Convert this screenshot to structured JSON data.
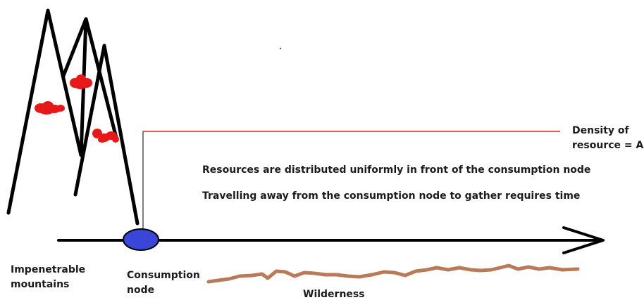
{
  "labels": {
    "density": "Density of\nresource = A",
    "resources_uniform": "Resources are distributed uniformly in front of the consumption node",
    "travel_time": "Travelling away from the consumption node to gather requires time",
    "mountains": "Impenetrable\nmountains",
    "consumption_node": "Consumption\nnode",
    "wilderness": "Wilderness"
  },
  "colors": {
    "ink": "#000000",
    "node_fill": "#3a46d8",
    "density_line": "#e02020",
    "resource_blobs": "#e81818",
    "wilderness": "#b97a57"
  }
}
